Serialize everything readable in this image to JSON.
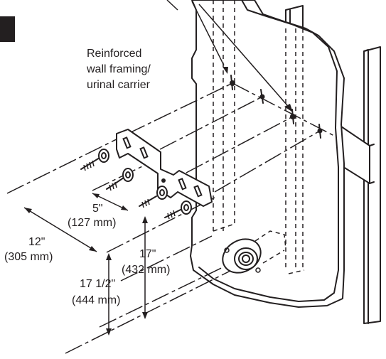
{
  "labels": {
    "framing_line1": "Reinforced",
    "framing_line2": "wall framing/",
    "framing_line3": "urinal carrier",
    "dim_5_in": "5\"",
    "dim_5_mm": "(127 mm)",
    "dim_12_in": "12\"",
    "dim_12_mm": "(305 mm)",
    "dim_17_in": "17\"",
    "dim_17_mm": "(432 mm)",
    "dim_17half_in": "17 1/2\"",
    "dim_17half_mm": "(444 mm)"
  },
  "colors": {
    "ink": "#231f20",
    "marker": "#231f20",
    "paper": "#ffffff"
  }
}
